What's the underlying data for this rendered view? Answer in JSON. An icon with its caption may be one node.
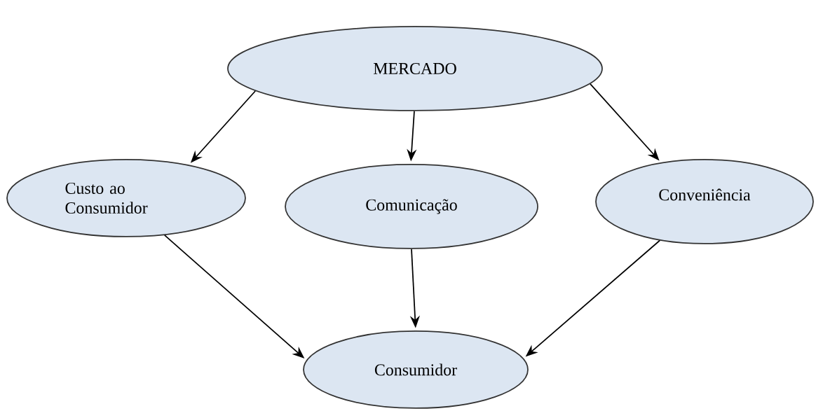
{
  "diagram": {
    "nodes": [
      {
        "text": [
          "MERCADO"
        ]
      },
      {
        "text": [
          "Custo ao Consumidor"
        ]
      },
      {
        "text": [
          "Comunicação"
        ]
      },
      {
        "text": [
          "Conveniência"
        ]
      },
      {
        "text": [
          "Consumidor"
        ]
      }
    ],
    "edges": [
      {
        "from": 0,
        "to": 1,
        "arrow": "to"
      },
      {
        "from": 0,
        "to": 2,
        "arrow": "to"
      },
      {
        "from": 0,
        "to": 3,
        "arrow": "to"
      },
      {
        "from": 1,
        "to": 4,
        "arrow": "to"
      },
      {
        "from": 2,
        "to": 4,
        "arrow": "to"
      },
      {
        "from": 3,
        "to": 4,
        "arrow": "to"
      }
    ]
  }
}
